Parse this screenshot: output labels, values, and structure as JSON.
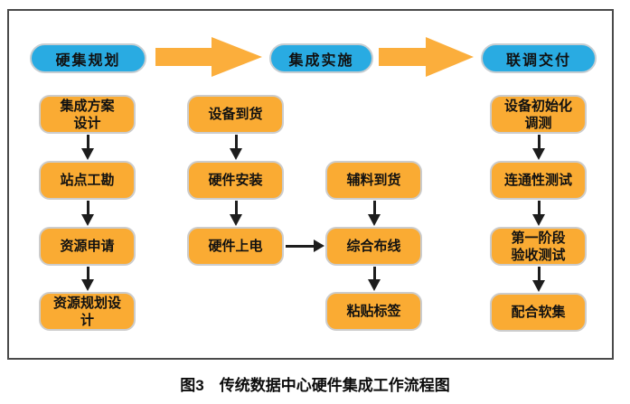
{
  "caption": "图3　传统数据中心硬件集成工作流程图",
  "colors": {
    "phase": "#29ABE2",
    "step": "#FAAB33",
    "arrow": "#FBAE3C",
    "connector": "#1D1D1D",
    "frame": "#4A4A4A"
  },
  "phases": {
    "planning": "硬集规划",
    "implementation": "集成实施",
    "delivery": "联调交付"
  },
  "steps": {
    "planning": {
      "design": "集成方案\n设计",
      "survey": "站点工勘",
      "resource_request": "资源申请",
      "resource_planning": "资源规划设\n计"
    },
    "implementation": {
      "equipment_arrival": "设备到货",
      "hardware_install": "硬件安装",
      "hardware_power_on": "硬件上电",
      "materials_arrival": "辅料到货",
      "cabling": "综合布线",
      "labeling": "粘贴标签"
    },
    "delivery": {
      "device_init": "设备初始化\n调测",
      "connectivity_test": "连通性测试",
      "phase1_acceptance": "第一阶段\n验收测试",
      "software_integration": "配合软集"
    }
  }
}
